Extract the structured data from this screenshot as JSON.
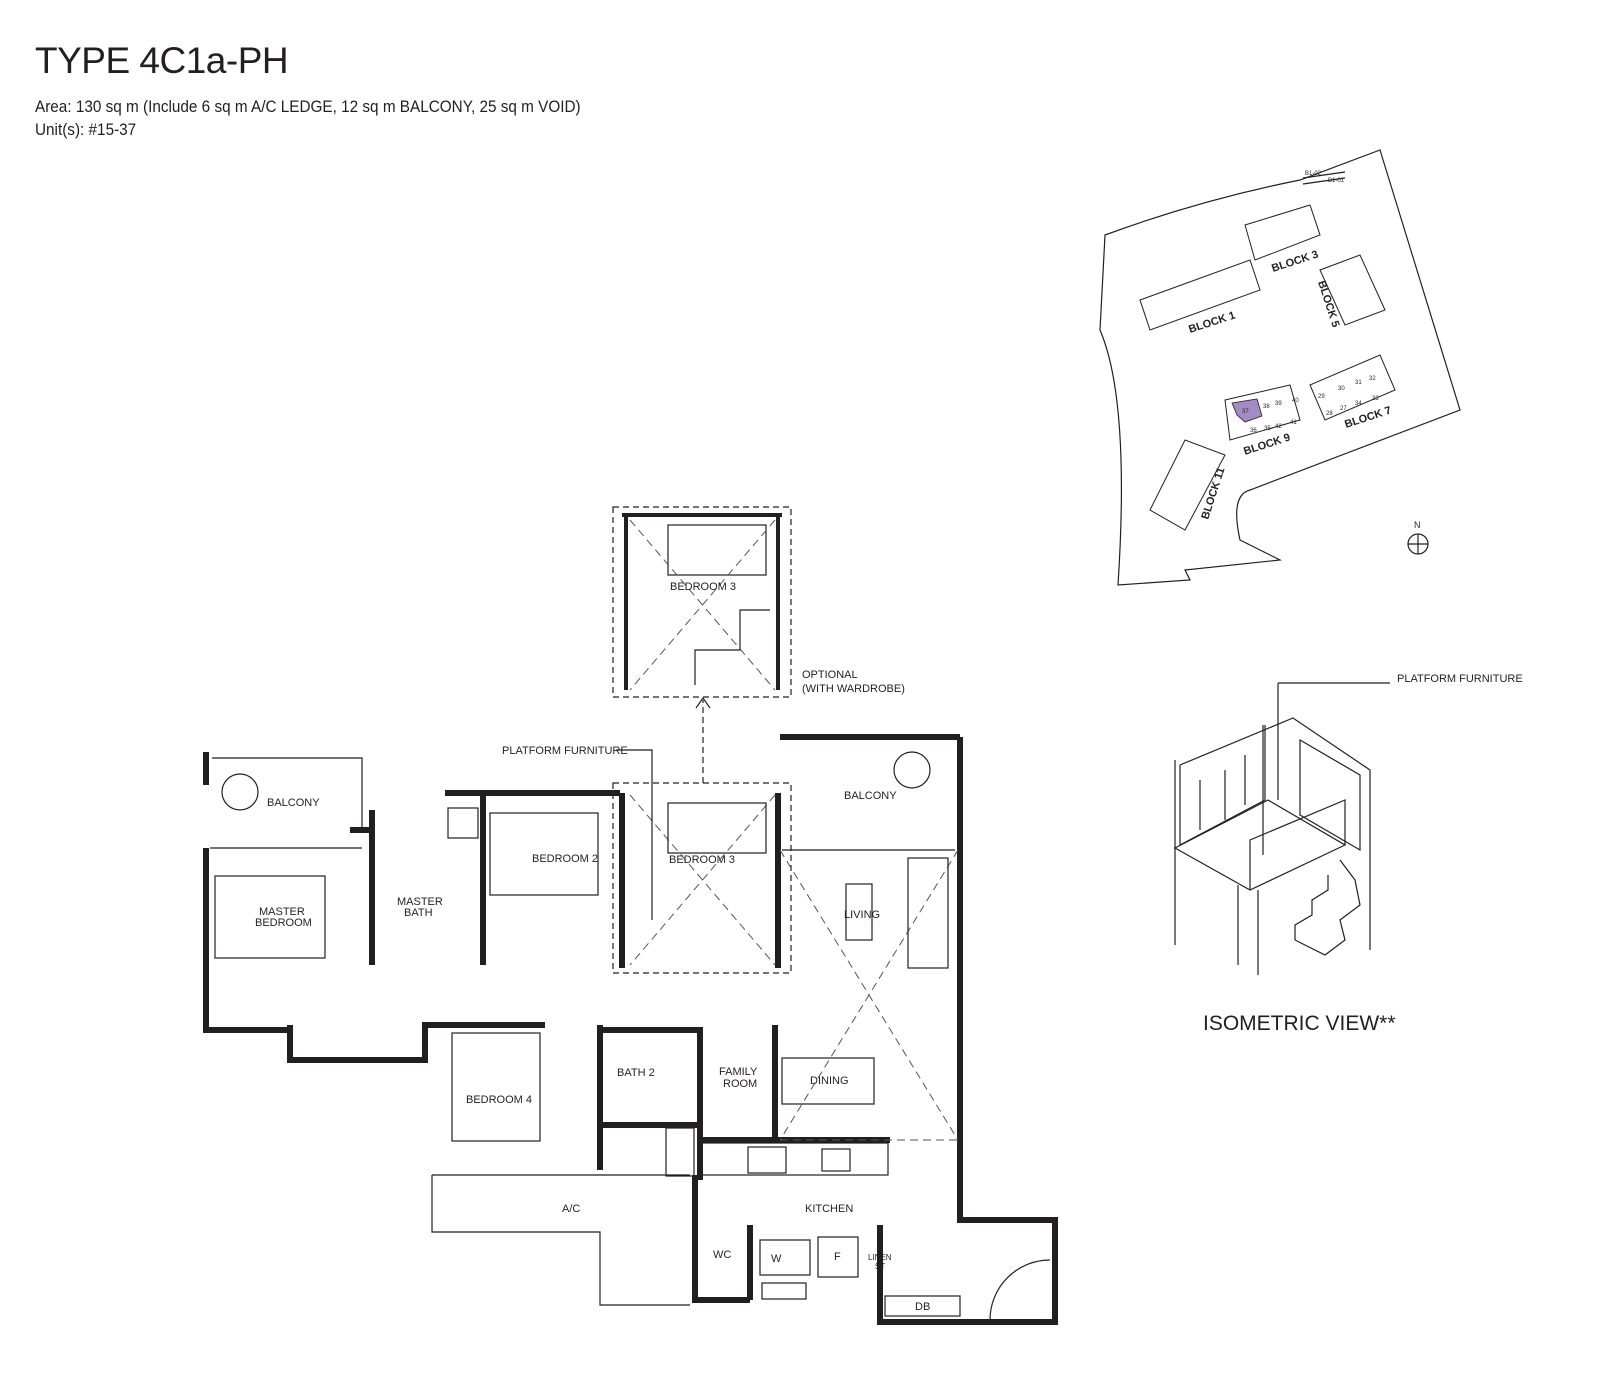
{
  "header": {
    "title": "TYPE 4C1a-PH",
    "area": "Area: 130 sq m (Include 6 sq m A/C LEDGE, 12 sq m BALCONY, 25 sq m VOID)",
    "units": "Unit(s): #15-37"
  },
  "floor_plan": {
    "rooms": {
      "balcony_left": "BALCONY",
      "master_bedroom_1": "MASTER",
      "master_bedroom_2": "BEDROOM",
      "master_bath_1": "MASTER",
      "master_bath_2": "BATH",
      "bedroom2": "BEDROOM 2",
      "bedroom3": "BEDROOM 3",
      "bedroom3_upper": "BEDROOM 3",
      "balcony_right": "BALCONY",
      "living": "LIVING",
      "bedroom4": "BEDROOM 4",
      "bath2": "BATH 2",
      "family_room_1": "FAMILY",
      "family_room_2": "ROOM",
      "dining": "DINING",
      "ac": "A/C",
      "kitchen": "KITCHEN",
      "wc": "WC",
      "washer": "W",
      "fridge": "F",
      "linen_1": "LINEN",
      "linen_2": "ST",
      "db": "DB"
    },
    "platform_furniture": "PLATFORM FURNITURE",
    "optional_1": "OPTIONAL",
    "optional_2": "(WITH WARDROBE)"
  },
  "site_plan": {
    "blocks": [
      "BLOCK 1",
      "BLOCK 3",
      "BLOCK 5",
      "BLOCK 7",
      "BLOCK 9",
      "BLOCK 11"
    ],
    "highlighted_unit": "37",
    "highlight_color": "#a58bc4",
    "north": "N",
    "gate_1": "B1-02",
    "gate_2": "B1-01",
    "units_block9": [
      "38",
      "39",
      "40",
      "36",
      "35",
      "42",
      "41"
    ],
    "units_block7": [
      "29",
      "30",
      "31",
      "32",
      "28",
      "27",
      "34",
      "33"
    ]
  },
  "isometric": {
    "label": "PLATFORM FURNITURE",
    "caption": "ISOMETRIC VIEW**"
  }
}
